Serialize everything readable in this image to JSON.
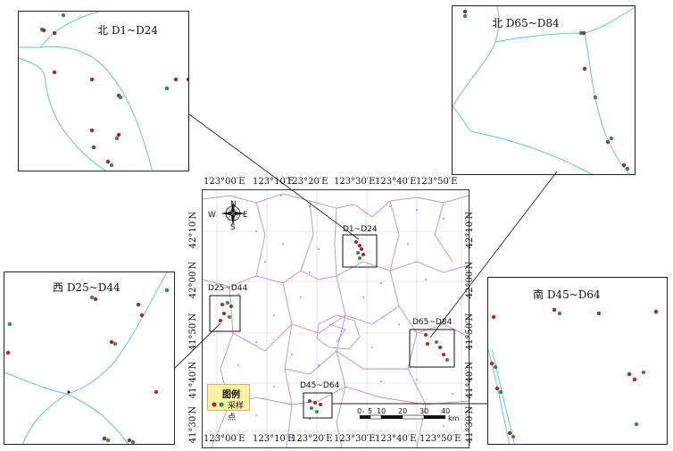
{
  "panels": {
    "north1": {
      "title": "北 D1~D24"
    },
    "north2": {
      "title": "北 D65~D84"
    },
    "west": {
      "title": "西 D25~D44"
    },
    "south": {
      "title": "南 D45~D64"
    }
  },
  "main_map": {
    "x_ticks": [
      "123°00′E",
      "123°10′E",
      "123°20′E",
      "123°30′E",
      "123°40′E",
      "123°50′E"
    ],
    "y_ticks": [
      "42°10′N",
      "42°00′N",
      "41°50′N",
      "41°40′N",
      "41°30′N"
    ],
    "boxes": {
      "d1": "D1~D24",
      "d25": "D25~D44",
      "d65": "D65~D84",
      "d45": "D45~D64"
    },
    "compass": {
      "n": "N",
      "s": "S",
      "w": "W",
      "e": "E"
    },
    "legend": {
      "title": "图例",
      "item": "采样点"
    },
    "scale": {
      "labels": [
        "0",
        "5",
        "10",
        "20",
        "30",
        "40"
      ],
      "unit": "km"
    }
  },
  "colors": {
    "road": "#5fc9c2",
    "boundary": "#c68ac8",
    "point_red": "#b0232a",
    "point_green": "#1f9a3a"
  }
}
